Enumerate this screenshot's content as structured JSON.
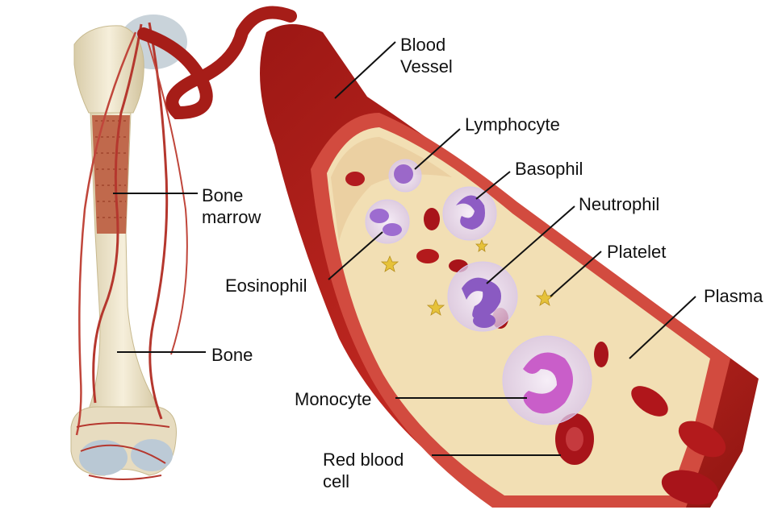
{
  "labels": {
    "blood_vessel": "Blood\nVessel",
    "lymphocyte": "Lymphocyte",
    "basophil": "Basophil",
    "neutrophil": "Neutrophil",
    "platelet": "Platelet",
    "plasma": "Plasma",
    "bone_marrow": "Bone\nmarrow",
    "bone": "Bone",
    "eosinophil": "Eosinophil",
    "monocyte": "Monocyte",
    "red_blood_cell": "Red blood\ncell"
  },
  "colors": {
    "vessel_wall": "#b3201c",
    "vessel_dark": "#7d1210",
    "plasma": "#f2dfb4",
    "bone": "#efe6cc",
    "marrow": "#c0694c",
    "nucleus": "#9b68c9",
    "red_cell": "#a8141a"
  }
}
